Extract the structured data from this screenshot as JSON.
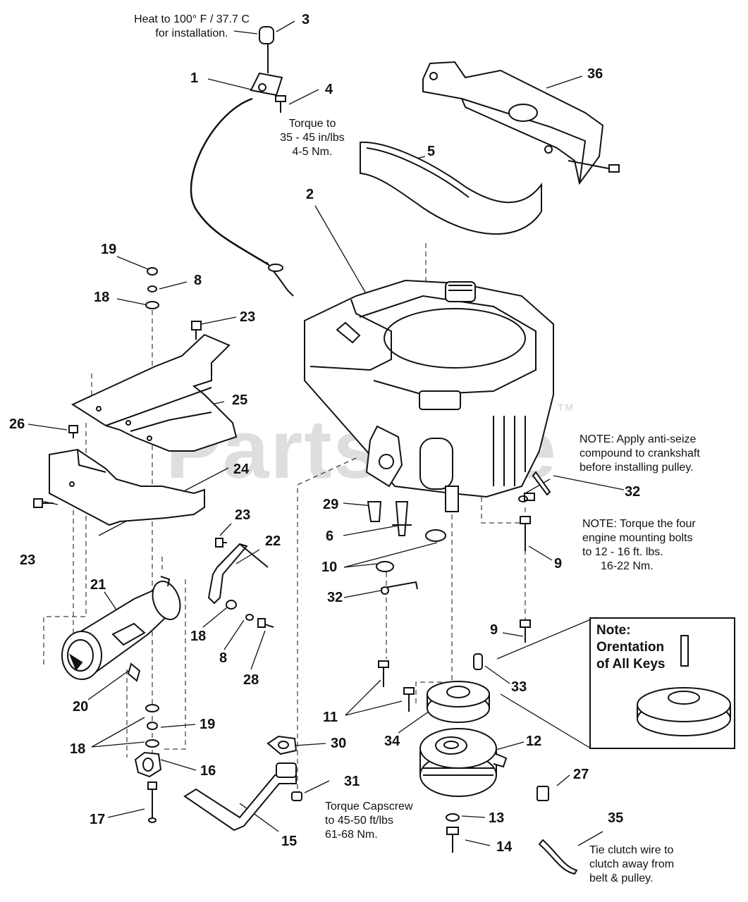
{
  "watermark": "PartsTree",
  "watermark_tm": "TM",
  "notes": {
    "heat": [
      "Heat to 100° F / 37.7 C",
      "for installation."
    ],
    "torque_small": [
      "Torque to",
      "35 - 45 in/lbs",
      "4-5 Nm."
    ],
    "anti_seize": [
      "NOTE: Apply anti-seize",
      "compound to crankshaft",
      "before installing pulley."
    ],
    "mount_bolts": [
      "NOTE: Torque the four",
      "engine mounting bolts",
      "to 12 - 16 ft. lbs.",
      "16-22 Nm."
    ],
    "capscrew": [
      "Torque Capscrew",
      "to 45-50 ft/lbs",
      "61-68 Nm."
    ],
    "tie_clutch": [
      "Tie clutch wire to",
      "clutch away from",
      "belt & pulley."
    ],
    "keys_box": [
      "Note:",
      "Orentation",
      "of All Keys"
    ]
  },
  "callouts": {
    "c1": "1",
    "c2": "2",
    "c3": "3",
    "c4": "4",
    "c5": "5",
    "c6": "6",
    "c8a": "8",
    "c8b": "8",
    "c9a": "9",
    "c9b": "9",
    "c10": "10",
    "c11": "11",
    "c12": "12",
    "c13": "13",
    "c14": "14",
    "c15": "15",
    "c16": "16",
    "c17": "17",
    "c18a": "18",
    "c18b": "18",
    "c18c": "18",
    "c19a": "19",
    "c19b": "19",
    "c20": "20",
    "c21": "21",
    "c22": "22",
    "c23a": "23",
    "c23b": "23",
    "c23c": "23",
    "c24": "24",
    "c25": "25",
    "c26": "26",
    "c27": "27",
    "c28": "28",
    "c29": "29",
    "c30": "30",
    "c31": "31",
    "c32a": "32",
    "c32b": "32",
    "c33": "33",
    "c34": "34",
    "c35": "35",
    "c36": "36"
  }
}
